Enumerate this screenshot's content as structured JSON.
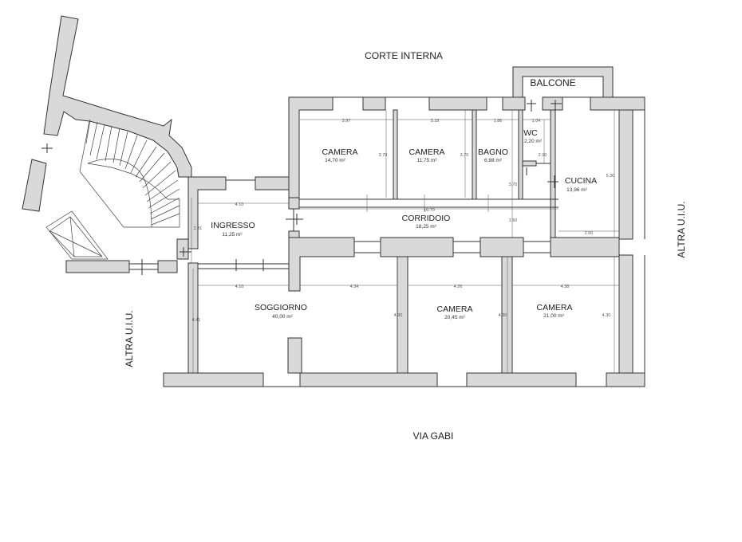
{
  "labels": {
    "north": "CORTE INTERNA",
    "south": "VIA GABI",
    "east": "ALTRA U.I.U.",
    "west": "ALTRA U.I.U.",
    "balcony": "BALCONE"
  },
  "rooms": {
    "camera1": {
      "name": "CAMERA",
      "area": "14,70 m²"
    },
    "camera2": {
      "name": "CAMERA",
      "area": "11,75 m²"
    },
    "bagno": {
      "name": "BAGNO",
      "area": "6,88 m²"
    },
    "wc": {
      "name": "WC",
      "area": "2,20 m²"
    },
    "cucina": {
      "name": "CUCINA",
      "area": "13,96 m²"
    },
    "ingresso": {
      "name": "INGRESSO",
      "area": "11,25 m²"
    },
    "corridoio": {
      "name": "CORRIDOIO",
      "area": "18,25 m²"
    },
    "soggiorno": {
      "name": "SOGGIORNO",
      "area": "40,00 m²"
    },
    "camera3": {
      "name": "CAMERA",
      "area": "20,45 m²"
    },
    "camera4": {
      "name": "CAMERA",
      "area": "21,00 m²"
    }
  },
  "dims": {
    "camera1_w": "3.97",
    "camera1_h": "3.70",
    "camera2_w": "3.18",
    "camera2_h": "3.70",
    "bagno_w": "1.86",
    "bagno_h": "3.70",
    "wc_w": "1.04",
    "wc_h": "2.10",
    "cucina_w": "2.50",
    "cucina_h": "5.30",
    "ingresso_w": "4.10",
    "ingresso_h": "2.31",
    "corridoio_w": "10.70",
    "corridoio_h": "1.50",
    "soggiorno_w1": "4.10",
    "soggiorno_w2": "4.34",
    "soggiorno_h": "4.41",
    "soggiorno_h2": "4.30",
    "camera3_w": "4.26",
    "camera3_h": "4.30",
    "camera4_w": "4.38",
    "camera4_h": "4.30"
  }
}
